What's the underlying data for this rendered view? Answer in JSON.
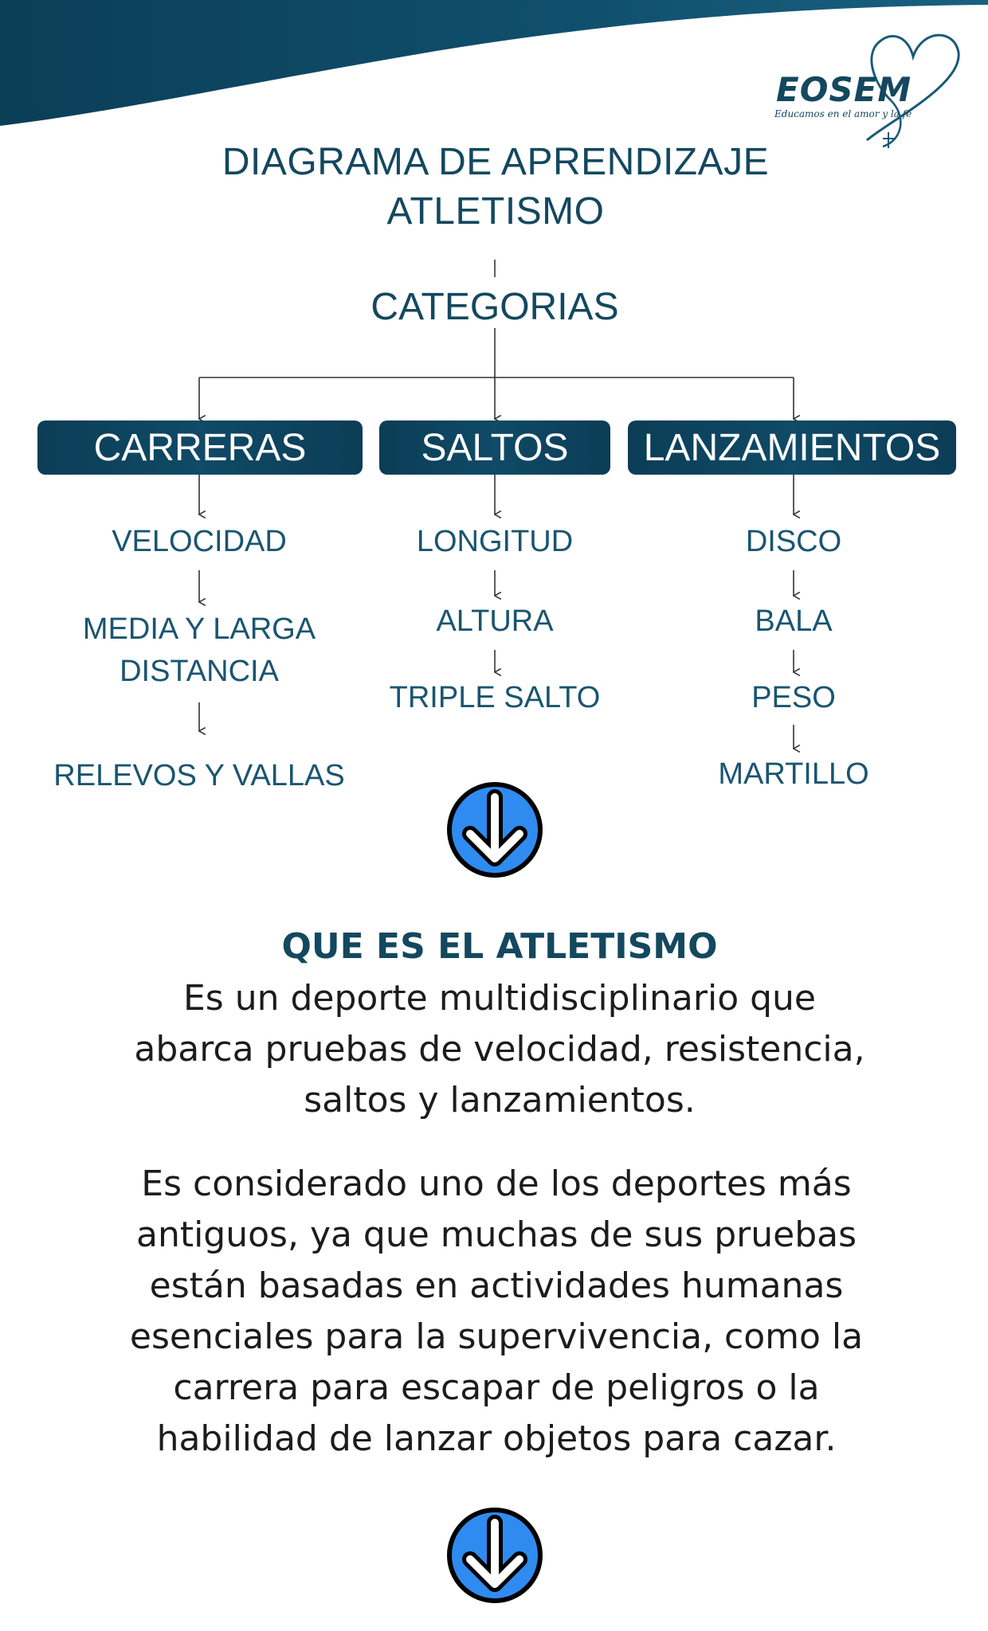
{
  "logo": {
    "name": "EOSEM",
    "slogan": "Educamos en el amor y la fe"
  },
  "diagram": {
    "title_line1": "DIAGRAMA DE APRENDIZAJE",
    "title_line2": "ATLETISMO",
    "root": "CATEGORIAS",
    "categories": [
      {
        "label": "CARRERAS",
        "items": [
          "VELOCIDAD",
          "MEDIA Y LARGA",
          "DISTANCIA",
          "RELEVOS Y VALLAS"
        ]
      },
      {
        "label": "SALTOS",
        "items": [
          "LONGITUD",
          "ALTURA",
          "TRIPLE SALTO"
        ]
      },
      {
        "label": "LANZAMIENTOS",
        "items": [
          "DISCO",
          "BALA",
          "PESO",
          "MARTILLO"
        ]
      }
    ]
  },
  "section": {
    "heading": "QUE ES EL ATLETISMO",
    "para1": [
      "Es un deporte multidisciplinario que",
      "abarca pruebas de velocidad, resistencia,",
      "saltos y lanzamientos."
    ],
    "para2": [
      "Es considerado uno de los deportes más",
      "antiguos, ya que muchas de sus pruebas",
      "están basadas en actividades humanas",
      "esenciales para la supervivencia, como la",
      "carrera para escapar de peligros o la",
      "habilidad de lanzar objetos para cazar."
    ]
  },
  "colors": {
    "navy": "#13485f",
    "wave": "#0e4a66",
    "arrow_fill": "#2f8bf0"
  }
}
